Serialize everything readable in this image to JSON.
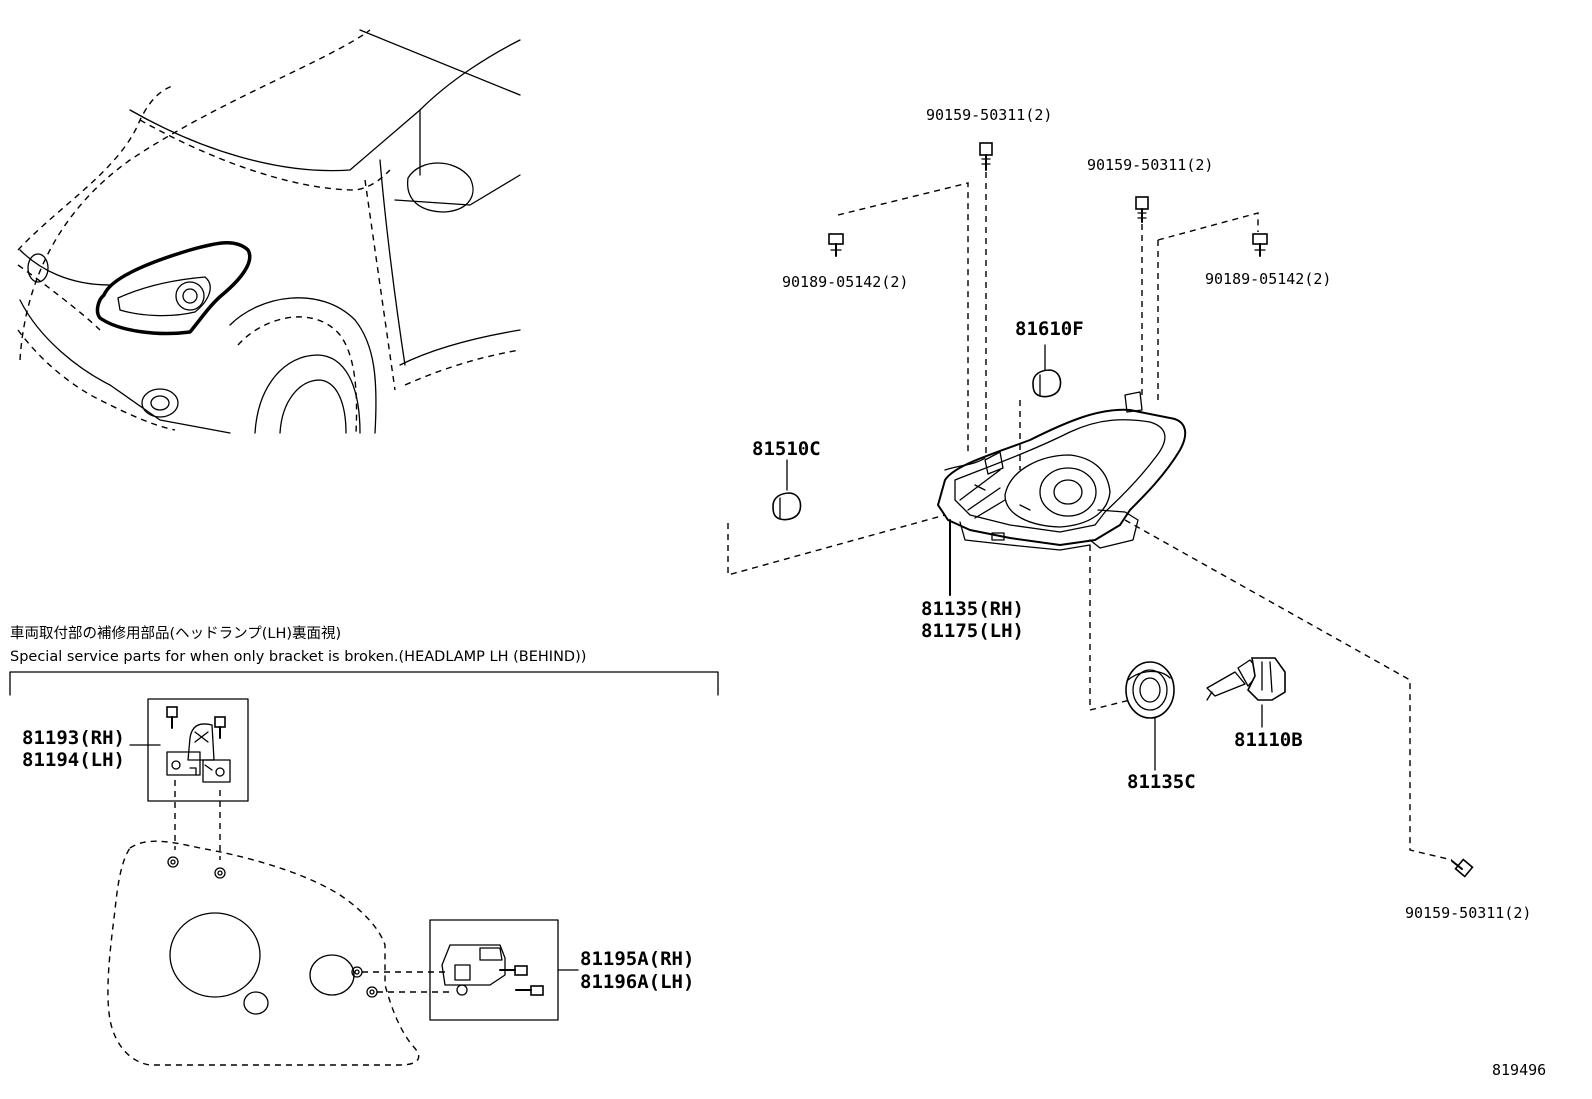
{
  "parts": {
    "p_90159_top": "90159-50311(2)",
    "p_90159_right": "90159-50311(2)",
    "p_90159_bottom": "90159-50311(2)",
    "p_90189_left": "90189-05142(2)",
    "p_90189_right": "90189-05142(2)",
    "p_81610F": "81610F",
    "p_81510C": "81510C",
    "p_81135_rh": "81135(RH)",
    "p_81175_lh": "81175(LH)",
    "p_81135C": "81135C",
    "p_81110B": "81110B",
    "p_81193_rh": "81193(RH)",
    "p_81194_lh": "81194(LH)",
    "p_81195A_rh": "81195A(RH)",
    "p_81196A_lh": "81196A(LH)"
  },
  "note": {
    "japanese": "車両取付部の補修用部品(ヘッドランプ(LH)裏面視)",
    "english": "Special service parts for when only bracket is broken.(HEADLAMP LH (BEHIND))"
  },
  "diagram_number": "819496"
}
